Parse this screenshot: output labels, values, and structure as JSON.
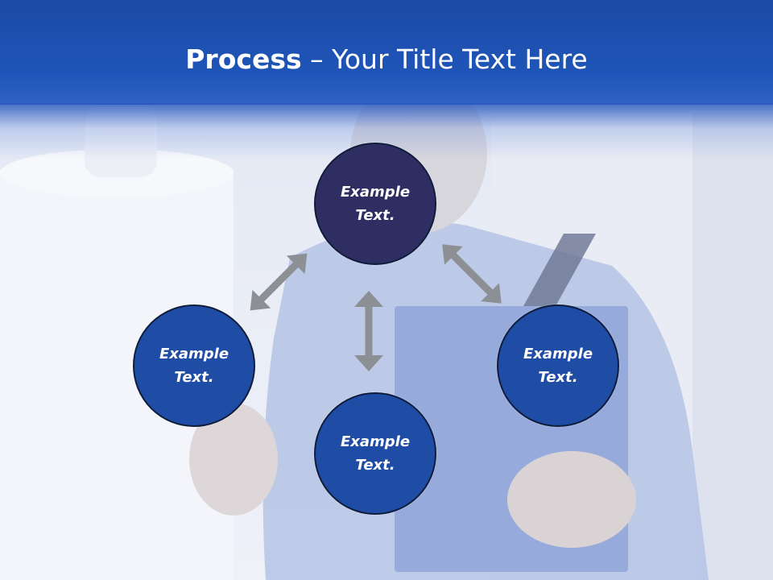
{
  "header": {
    "title_bold": "Process",
    "title_rest": " – Your Title Text Here"
  },
  "nodes": {
    "top": {
      "line1": "Example",
      "line2": "Text."
    },
    "left": {
      "line1": "Example",
      "line2": "Text."
    },
    "right": {
      "line1": "Example",
      "line2": "Text."
    },
    "bottom": {
      "line1": "Example",
      "line2": "Text."
    }
  },
  "colors": {
    "header_blue": "#1f55b8",
    "top_node": "#2f2e63",
    "other_nodes": "#1f4da6",
    "arrow_gray": "#8c8f94"
  }
}
